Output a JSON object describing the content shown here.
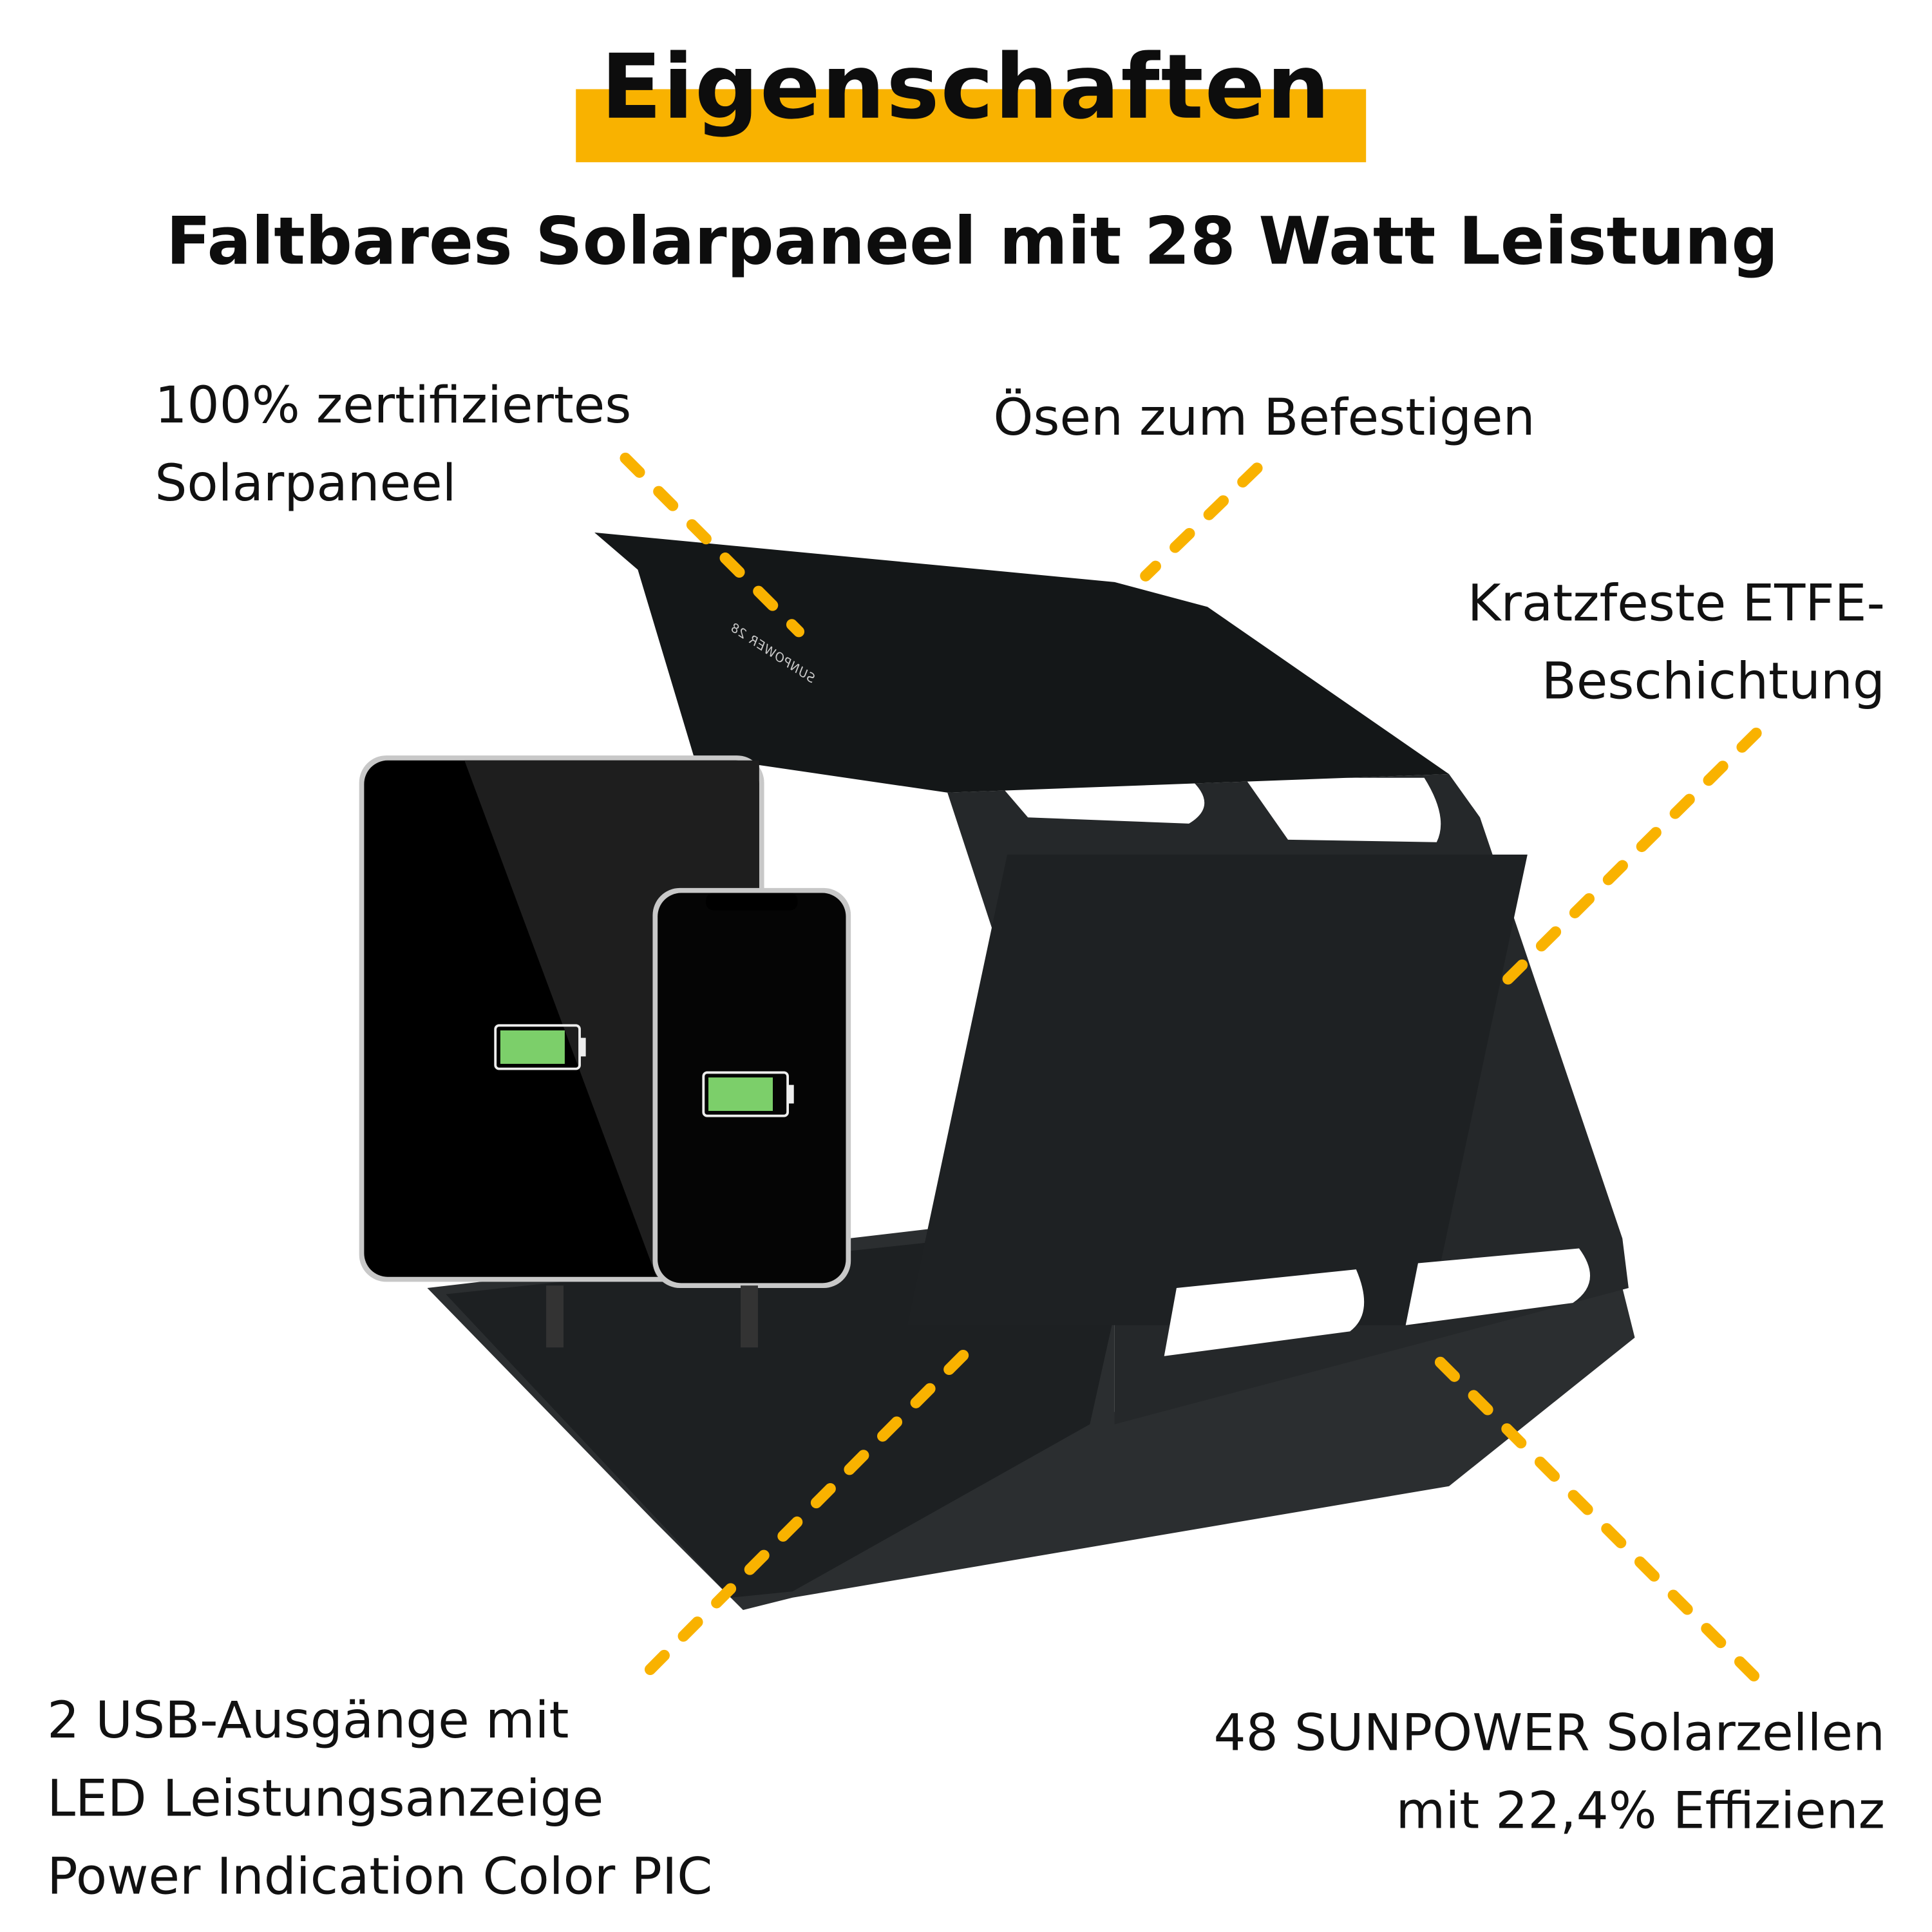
{
  "header": {
    "title": "Eigenschaften",
    "subtitle": "Faltbares Solarpaneel mit 28 Watt Leistung",
    "highlight_color": "#F9B200"
  },
  "callouts": {
    "certified": [
      "100% zertifiziertes",
      "Solarpaneel"
    ],
    "eyelets": [
      "Ösen zum Befestigen"
    ],
    "coating": [
      "Kratzfeste ETFE-",
      "Beschichtung"
    ],
    "usb": [
      "2 USB-Ausgänge mit",
      "LED Leistungsanzeige",
      "Power Indication Color PIC"
    ],
    "cells": [
      "48 SUNPOWER Solarzellen",
      "mit 22,4% Effizienz"
    ]
  },
  "colors": {
    "leader_line": "#F9B200",
    "panel": "#1c1f20",
    "battery": "#7ccf6a"
  },
  "product_image": {
    "panel_print": "SUNPOWER 28"
  }
}
